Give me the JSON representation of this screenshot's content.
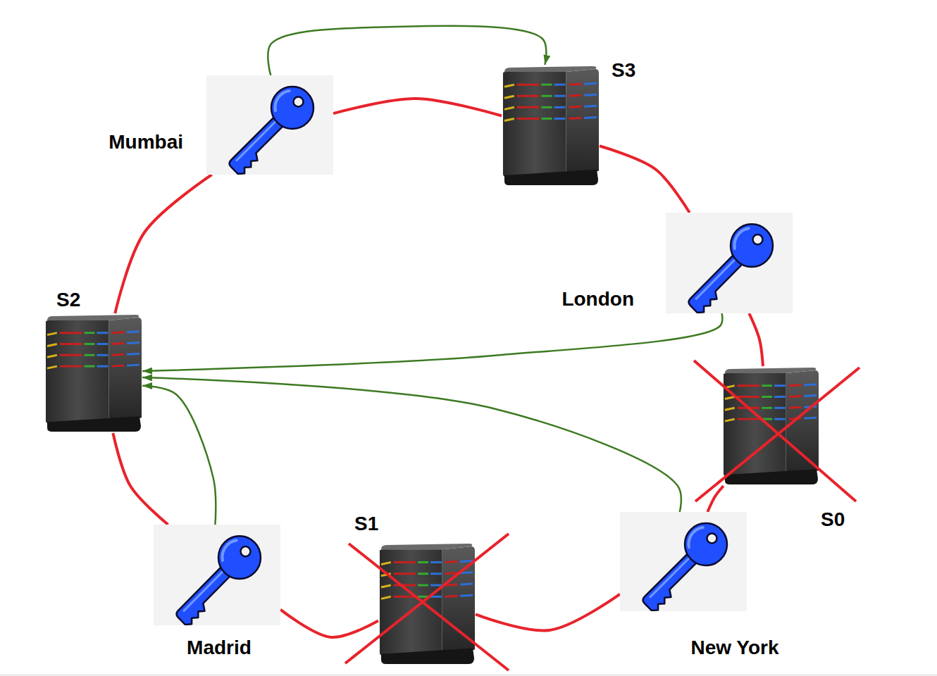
{
  "diagram": {
    "nodes": [
      {
        "text": [
          "Mumbai"
        ]
      },
      {
        "text": [
          "S3"
        ]
      },
      {
        "text": [
          "London"
        ]
      },
      {
        "text": [
          "S2"
        ]
      },
      {
        "text": [
          "S0"
        ]
      },
      {
        "text": [
          "S1"
        ]
      },
      {
        "text": [
          "Madrid"
        ]
      },
      {
        "text": [
          "New York"
        ]
      }
    ],
    "edges": [
      {
        "from": 0,
        "to": 1,
        "arrow": "to"
      },
      {
        "from": 2,
        "to": 3,
        "arrow": "to"
      },
      {
        "from": 7,
        "to": 3,
        "arrow": "to"
      },
      {
        "from": 6,
        "to": 3,
        "arrow": "to"
      },
      {
        "from": 0,
        "to": 1,
        "arrow": "none"
      },
      {
        "from": 1,
        "to": 2,
        "arrow": "none"
      },
      {
        "from": 2,
        "to": 4,
        "arrow": "none"
      },
      {
        "from": 4,
        "to": 7,
        "arrow": "none"
      },
      {
        "from": 7,
        "to": 5,
        "arrow": "none"
      },
      {
        "from": 5,
        "to": 6,
        "arrow": "none"
      },
      {
        "from": 6,
        "to": 3,
        "arrow": "none"
      },
      {
        "from": 3,
        "to": 0,
        "arrow": "none"
      }
    ]
  }
}
